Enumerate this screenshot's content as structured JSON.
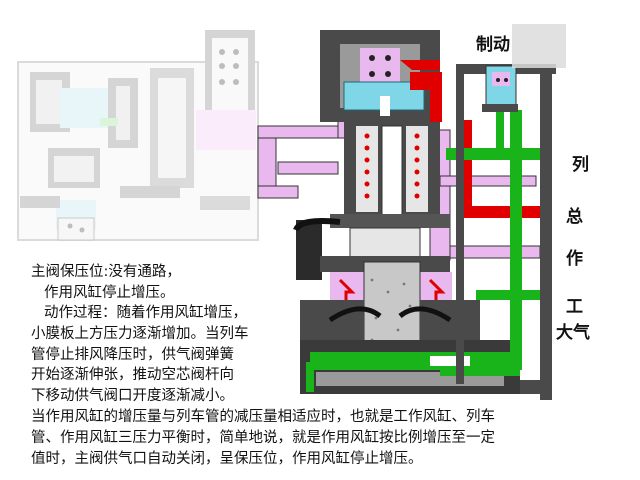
{
  "colors": {
    "red": "#e00000",
    "green": "#19b419",
    "pink": "#e9b8ef",
    "cyan": "#7fd6e6",
    "dark_gray": "#4a4a4a",
    "blue_green": "#2ba39a"
  },
  "diagram": {
    "title": "制动",
    "side_labels": [
      "列",
      "总",
      "作",
      "工",
      "大气"
    ]
  },
  "description": {
    "line1": "主阀保压位:没有通路，",
    "line2": "作用风缸停止增压。",
    "line3": "动作过程：随着作用风缸增压，",
    "line4": "小膜板上方压力逐渐增加。当列车",
    "line5": "管停止排风降压时，供气阀弹簧",
    "line6": "开始逐渐伸张，推动空芯阀杆向",
    "line7": "下移动供气阀口开度逐渐减小。",
    "line8": "当作用风缸的增压量与列车管的减压量相适应时，也就是工作风缸、列车",
    "line9": "管、作用风缸三压力平衡时，简单地说，就是作用风缸按比例增压至一定",
    "line10": "值时，主阀供气口自动关闭，呈保压位，作用风缸停止增压。"
  }
}
